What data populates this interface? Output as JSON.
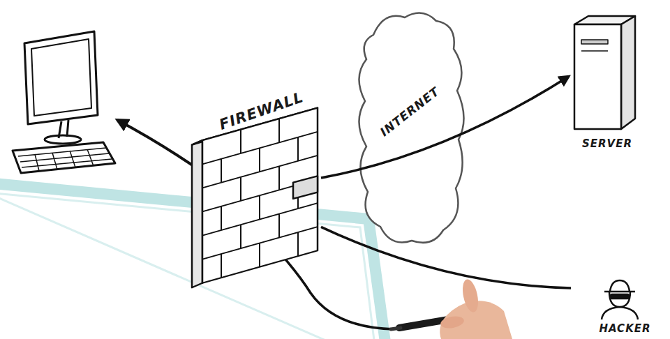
{
  "diagram": {
    "nodes": [
      {
        "text": [
          "FIREWALL"
        ]
      },
      {
        "text": [
          "INTERNET"
        ]
      },
      {
        "text": [
          "SERVER"
        ]
      },
      {
        "text": [
          "HACKER"
        ]
      }
    ],
    "edges": [
      {
        "from": 0,
        "to": 2,
        "arrow": "to"
      },
      {
        "from": 3,
        "to": 0,
        "arrow": "none"
      }
    ]
  }
}
